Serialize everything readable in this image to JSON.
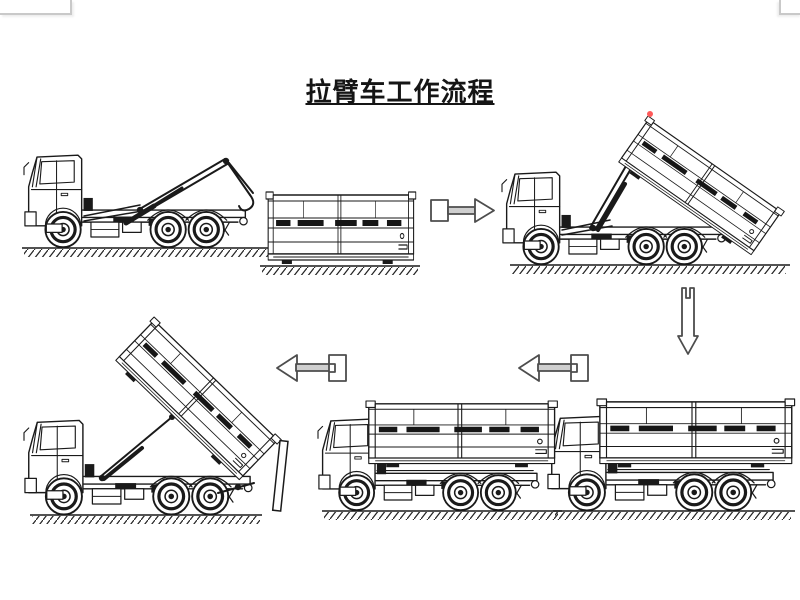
{
  "page": {
    "background": "#ffffff",
    "frame_corner_color": "#c9c9c9"
  },
  "title": {
    "text": "拉臂车工作流程"
  },
  "diagram": {
    "line_color": "#1a1a1a",
    "arrow_stroke_color": "#4d4d4d",
    "arrow_fill_color": "#ffffff",
    "arrow_bar_color": "#cfcfcf",
    "marker_dot_color": "#ff5a5a",
    "stages": [
      {
        "id": "stage-1",
        "name": "truck-hook-arm-extended-container-on-ground",
        "position": "top-left"
      },
      {
        "id": "stage-2",
        "name": "truck-lifting-tilted-container",
        "position": "top-right"
      },
      {
        "id": "stage-3",
        "name": "truck-container-loaded",
        "position": "bottom-right"
      },
      {
        "id": "stage-4",
        "name": "truck-container-loaded",
        "position": "bottom-middle"
      },
      {
        "id": "stage-5",
        "name": "truck-dumping-container-rear-door-open",
        "position": "bottom-left"
      }
    ],
    "arrows": [
      {
        "direction": "right",
        "from": "stage-1",
        "to": "stage-2"
      },
      {
        "direction": "down",
        "from": "stage-2",
        "to": "stage-3"
      },
      {
        "direction": "left",
        "from": "stage-3",
        "to": "stage-4"
      },
      {
        "direction": "left",
        "from": "stage-4",
        "to": "stage-5"
      }
    ]
  }
}
